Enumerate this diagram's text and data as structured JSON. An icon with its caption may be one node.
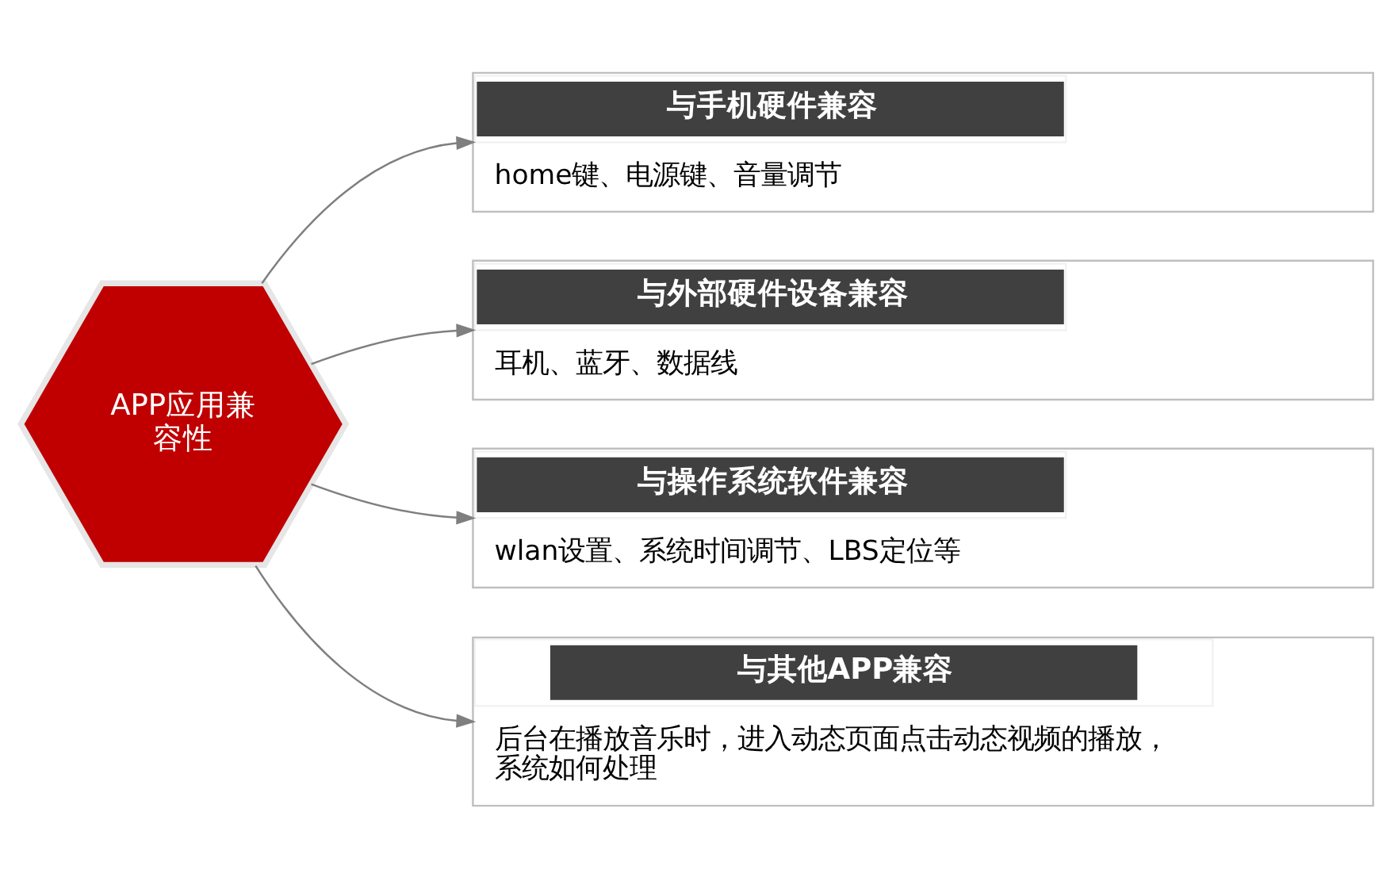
{
  "diagram": {
    "nodes": [
      {
        "text": [
          "APP应用兼容性"
        ]
      },
      {
        "text": [
          "与手机硬件兼容",
          "home键、电源键、音量调节"
        ]
      },
      {
        "text": [
          "与外部硬件设备兼容",
          "耳机、蓝牙、数据线"
        ]
      },
      {
        "text": [
          "与操作系统软件兼容",
          "wlan设置、系统时间调节、LBS定位等"
        ]
      },
      {
        "text": [
          "与其他APP兼容",
          "后台在播放音乐时，进入动态页面点击动态视频的播放，系统如何处理"
        ]
      }
    ],
    "edges": [
      {
        "from": 0,
        "to": 1,
        "arrow": "to"
      },
      {
        "from": 0,
        "to": 2,
        "arrow": "to"
      },
      {
        "from": 0,
        "to": 3,
        "arrow": "to"
      },
      {
        "from": 0,
        "to": 4,
        "arrow": "to"
      }
    ]
  }
}
